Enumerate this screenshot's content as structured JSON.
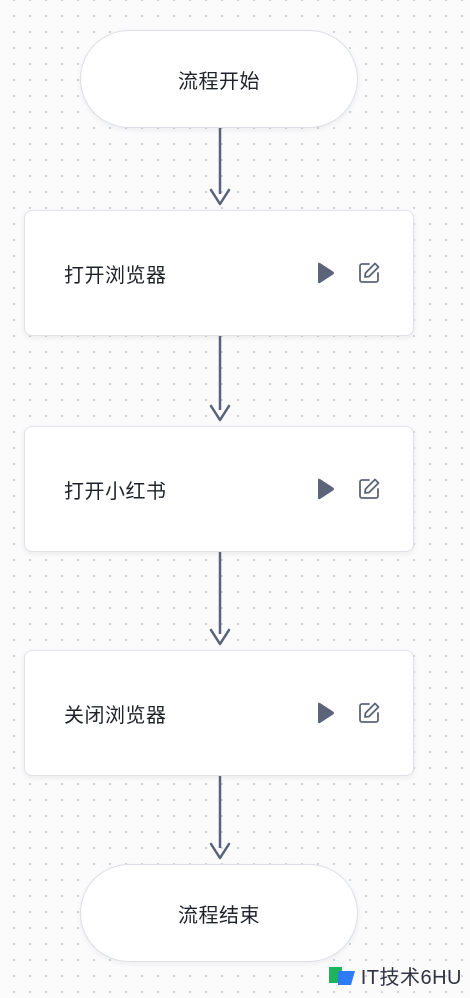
{
  "flow": {
    "start_label": "流程开始",
    "end_label": "流程结束",
    "steps": [
      {
        "label": "打开浏览器"
      },
      {
        "label": "打开小红书"
      },
      {
        "label": "关闭浏览器"
      }
    ]
  },
  "icons": {
    "run": "play-icon",
    "edit": "edit-icon"
  },
  "colors": {
    "arrow": "#59627a",
    "play": "#5b6478",
    "edit": "#5b6478",
    "watermark_green": "#1fb35c",
    "watermark_blue": "#2d7cf6"
  },
  "watermark": {
    "text": "IT技术6HU"
  }
}
